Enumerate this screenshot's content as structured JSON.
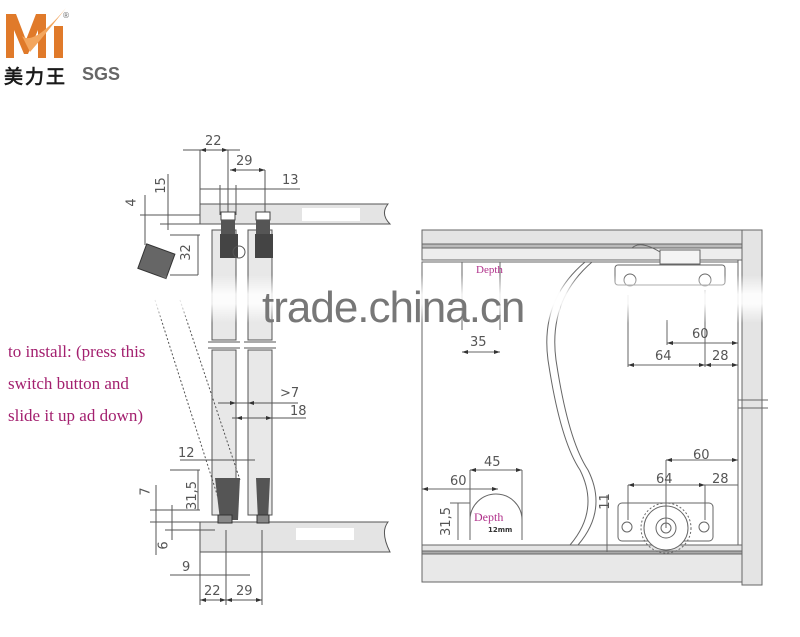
{
  "brand": {
    "logo_letter": "M",
    "registered_mark": "®",
    "chinese_name": "美力王",
    "certification": "SGS",
    "colors": {
      "logo_orange": "#e07a2a",
      "text_dark": "#1a1a1a",
      "sgs_gray": "#666666"
    }
  },
  "watermark": "trade.china.cn",
  "install_note": {
    "lines": [
      "to install: (press this",
      "switch button and",
      "slide it up ad down)"
    ],
    "color": "#a3206f"
  },
  "left_drawing": {
    "dimensions": {
      "top_22": "22",
      "top_29": "29",
      "top_13": "13",
      "left_15": "15",
      "left_4": "4",
      "left_32": "32",
      "mid_gt7": ">7",
      "mid_18": "18",
      "mid_12": "12",
      "bot_7": "7",
      "bot_31_5": "31,5",
      "bot_6": "6",
      "bot_9": "9",
      "bot_22": "22",
      "bot_29": "29"
    }
  },
  "right_drawing": {
    "dimensions": {
      "top_35": "35",
      "top_60": "60",
      "top_64": "64",
      "top_28": "28",
      "top_depth_small": "Depth",
      "bot_45": "45",
      "bot_60": "60",
      "bot_31_5": "31,5",
      "bot_11": "11",
      "bot_r60": "60",
      "bot_r64": "64",
      "bot_r28": "28"
    },
    "depth_label": "Depth",
    "depth_value": "12mm",
    "depth_color": "#b0308a"
  },
  "palette": {
    "panel_fill": "#e4e4e4",
    "line": "#555555",
    "hardware": "#444444"
  }
}
